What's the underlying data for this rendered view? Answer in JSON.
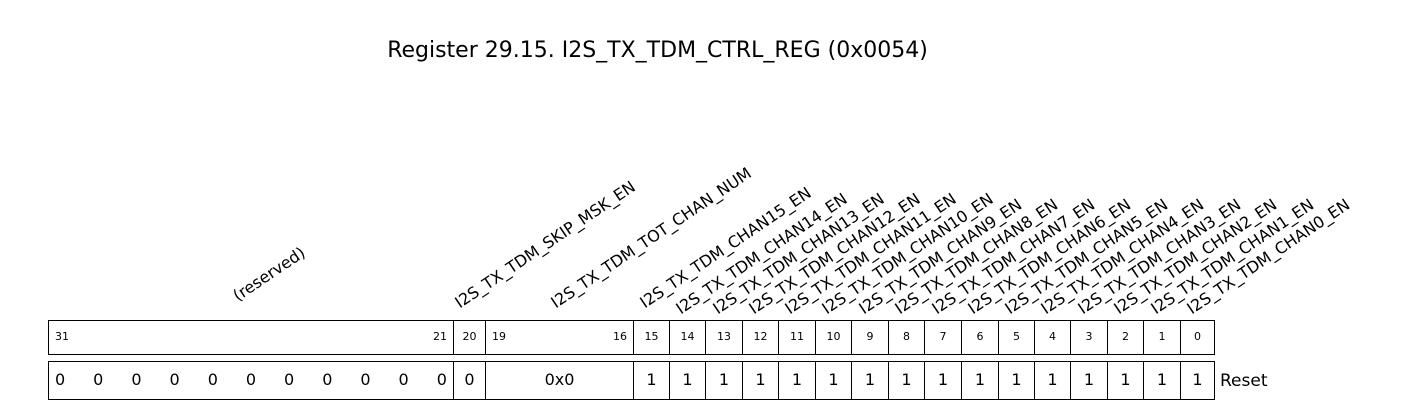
{
  "title": "Register 29.15. I2S_TX_TDM_CTRL_REG (0x0054)",
  "fields": [
    {
      "label": "(reserved)",
      "bits": [
        31,
        21
      ],
      "reset": "0 0 0 0 0 0 0 0 0 0 0"
    },
    {
      "label": "I2S_TX_TDM_SKIP_MSK_EN",
      "bits": [
        20
      ],
      "reset": "0"
    },
    {
      "label": "I2S_TX_TDM_TOT_CHAN_NUM",
      "bits": [
        19,
        16
      ],
      "reset": "0x0"
    },
    {
      "label": "I2S_TX_TDM_CHAN15_EN",
      "bits": [
        15
      ],
      "reset": "1"
    },
    {
      "label": "I2S_TX_TDM_CHAN14_EN",
      "bits": [
        14
      ],
      "reset": "1"
    },
    {
      "label": "I2S_TX_TDM_CHAN13_EN",
      "bits": [
        13
      ],
      "reset": "1"
    },
    {
      "label": "I2S_TX_TDM_CHAN12_EN",
      "bits": [
        12
      ],
      "reset": "1"
    },
    {
      "label": "I2S_TX_TDM_CHAN11_EN",
      "bits": [
        11
      ],
      "reset": "1"
    },
    {
      "label": "I2S_TX_TDM_CHAN10_EN",
      "bits": [
        10
      ],
      "reset": "1"
    },
    {
      "label": "I2S_TX_TDM_CHAN9_EN",
      "bits": [
        9
      ],
      "reset": "1"
    },
    {
      "label": "I2S_TX_TDM_CHAN8_EN",
      "bits": [
        8
      ],
      "reset": "1"
    },
    {
      "label": "I2S_TX_TDM_CHAN7_EN",
      "bits": [
        7
      ],
      "reset": "1"
    },
    {
      "label": "I2S_TX_TDM_CHAN6_EN",
      "bits": [
        6
      ],
      "reset": "1"
    },
    {
      "label": "I2S_TX_TDM_CHAN5_EN",
      "bits": [
        5
      ],
      "reset": "1"
    },
    {
      "label": "I2S_TX_TDM_CHAN4_EN",
      "bits": [
        4
      ],
      "reset": "1"
    },
    {
      "label": "I2S_TX_TDM_CHAN3_EN",
      "bits": [
        3
      ],
      "reset": "1"
    },
    {
      "label": "I2S_TX_TDM_CHAN2_EN",
      "bits": [
        2
      ],
      "reset": "1"
    },
    {
      "label": "I2S_TX_TDM_CHAN1_EN",
      "bits": [
        1
      ],
      "reset": "1"
    },
    {
      "label": "I2S_TX_TDM_CHAN0_EN",
      "bits": [
        0
      ],
      "reset": "1"
    }
  ],
  "reset_label": "Reset"
}
